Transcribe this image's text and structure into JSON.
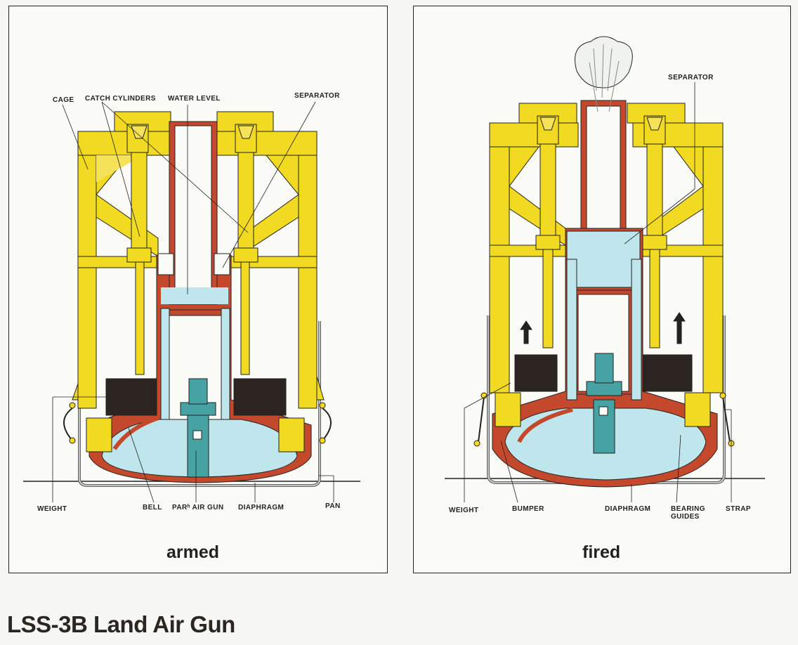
{
  "title": "LSS-3B Land Air Gun",
  "colors": {
    "frame": "#f2da22",
    "frame_edge": "#b8a20a",
    "bell": "#c4492c",
    "water": "#bfe6ec",
    "gun": "#47a3a3",
    "weight": "#2c2420",
    "line": "#222222"
  },
  "armed": {
    "caption": "armed",
    "labels": {
      "cage": "CAGE",
      "catch_cylinders": "CATCH CYLINDERS",
      "water_level": "WATER LEVEL",
      "separator": "SEPARATOR",
      "weight": "WEIGHT",
      "bell": "BELL",
      "par_air_gun": "PARʰ AIR GUN",
      "diaphragm": "DIAPHRAGM",
      "pan": "PAN"
    }
  },
  "fired": {
    "caption": "fired",
    "labels": {
      "separator": "SEPARATOR",
      "weight": "WEIGHT",
      "bumper": "BUMPER",
      "diaphragm": "DIAPHRAGM",
      "bearing_guides_1": "BEARING",
      "bearing_guides_2": "GUIDES",
      "strap": "STRAP"
    }
  }
}
